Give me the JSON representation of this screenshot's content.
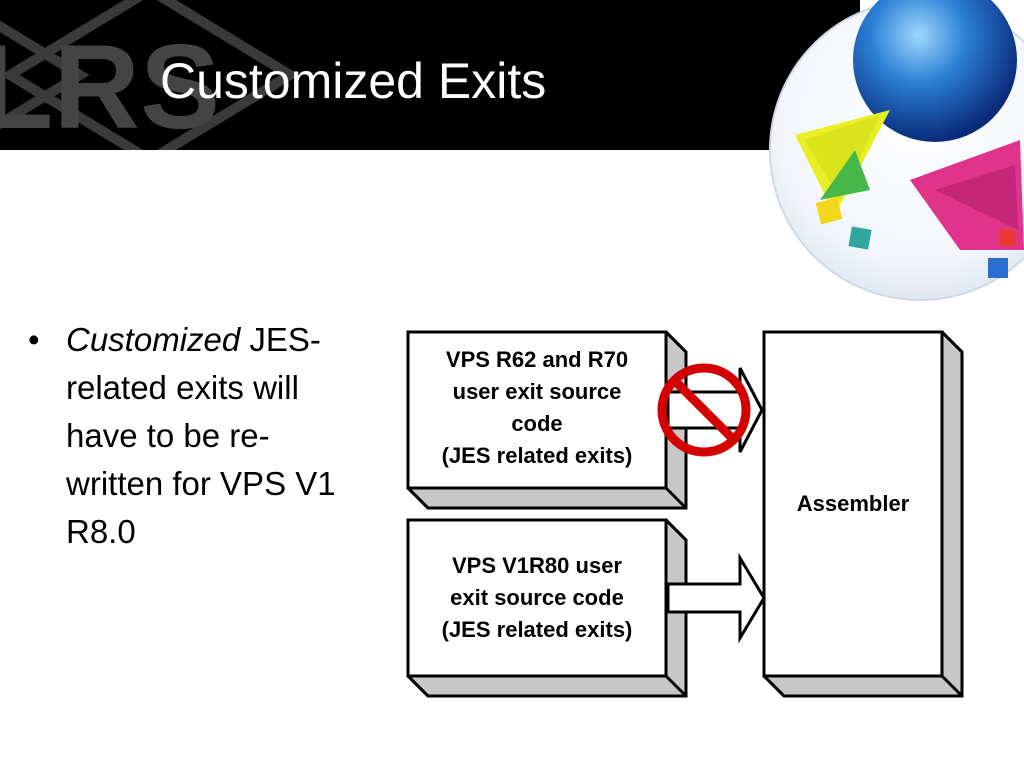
{
  "slide": {
    "title": "Customized Exits",
    "logo_text": "LRS"
  },
  "bullet": {
    "marker": "•",
    "italic": "Customized",
    "rest": "JES-related exits will have to be re-written for VPS V1 R8.0"
  },
  "diagram": {
    "box_old": {
      "lines": [
        "VPS R62 and R70",
        "user exit source",
        "code",
        "(JES related exits)"
      ]
    },
    "box_new": {
      "lines": [
        "VPS V1R80 user",
        "exit source code",
        "(JES related exits)"
      ]
    },
    "box_target": {
      "label": "Assembler"
    },
    "prohibited_color": "#d40000"
  }
}
